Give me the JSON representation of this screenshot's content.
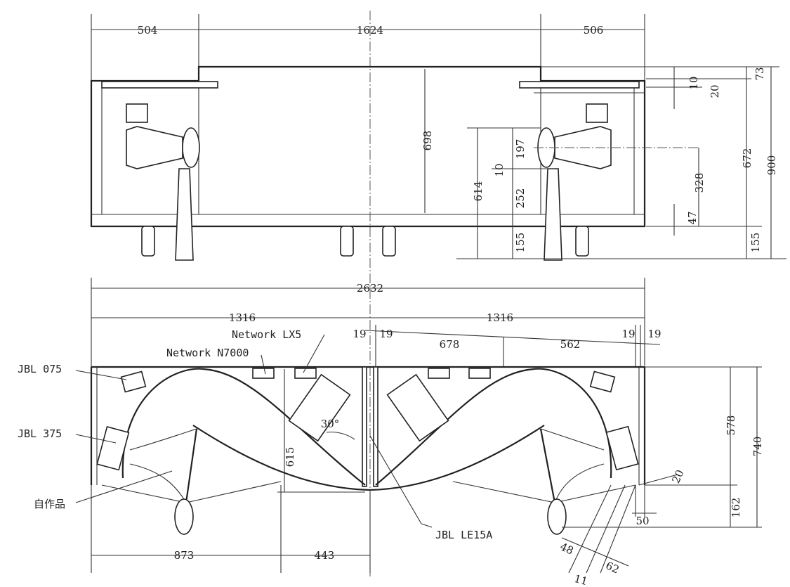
{
  "elevation": {
    "dims": {
      "left_width": "504",
      "center_width": "1624",
      "right_width": "506",
      "inner_height": "698",
      "horn_mount_height": "614",
      "horn_offset": "197",
      "horn_gap": "10",
      "horn_low": "252",
      "leg_inner": "155",
      "top_10": "10",
      "top_20": "20",
      "top_73": "73",
      "cabinet_height": "672",
      "total_height": "900",
      "horn_center": "328",
      "shelf": "47",
      "leg_height": "155"
    }
  },
  "plan": {
    "dims": {
      "total_width": "2632",
      "half_left": "1316",
      "half_right": "1316",
      "panel_left_a": "19",
      "panel_left_b": "19",
      "span_678": "678",
      "span_562": "562",
      "panel_right_a": "19",
      "panel_right_b": "19",
      "depth_578": "578",
      "depth_740": "740",
      "depth_162": "162",
      "inner_615": "615",
      "angle": "30°",
      "width_873": "873",
      "width_443": "443",
      "side_50": "50",
      "angle_20": "20",
      "bar_48": "48",
      "bar_62": "62",
      "bar_11": "11"
    },
    "labels": {
      "jbl_075": "JBL  075",
      "jbl_375": "JBL  375",
      "homemade": "自作品",
      "network_n7000": "Network N7000",
      "network_lx5": "Network LX5",
      "jbl_le15a": "JBL  LE15A"
    }
  }
}
